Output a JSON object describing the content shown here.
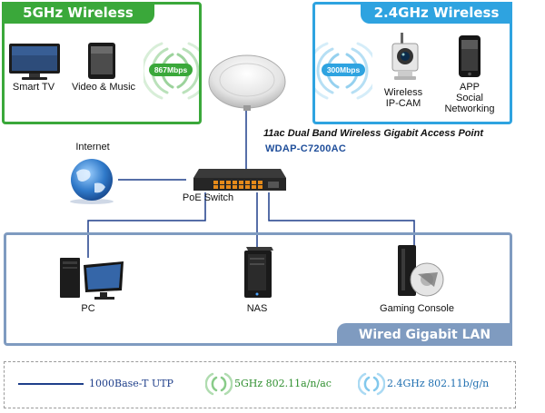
{
  "colors": {
    "five_ghz": "#3aa83a",
    "two_ghz": "#2ea3e0",
    "wired": "#7f9bc0",
    "cable": "#1f3f8a",
    "ap_label": "#1f4e9a"
  },
  "wireless_5ghz": {
    "title": "5GHz Wireless",
    "speed": "867Mbps",
    "devices": [
      {
        "name": "tv-icon",
        "label": "Smart TV"
      },
      {
        "name": "tablet-icon",
        "label": "Video & Music"
      }
    ]
  },
  "wireless_24ghz": {
    "title": "2.4GHz Wireless",
    "speed": "300Mbps",
    "devices": [
      {
        "name": "ip-camera-icon",
        "label_line1": "Wireless",
        "label_line2": "IP-CAM"
      },
      {
        "name": "smartphone-icon",
        "label_line1": "APP",
        "label_line2": "Social",
        "label_line3": "Networking"
      }
    ]
  },
  "access_point": {
    "description": "11ac Dual Band Wireless Gigabit Access Point",
    "model": "WDAP-C7200AC"
  },
  "internet": {
    "label": "Internet"
  },
  "poe_switch": {
    "label": "PoE Switch"
  },
  "wired_lan": {
    "title": "Wired Gigabit LAN",
    "devices": [
      {
        "name": "pc-icon",
        "label": "PC"
      },
      {
        "name": "nas-icon",
        "label": "NAS"
      },
      {
        "name": "game-console-icon",
        "label": "Gaming Console"
      }
    ]
  },
  "legend": {
    "utp": "1000Base-T UTP",
    "five_ghz": "5GHz 802.11a/n/ac",
    "two_ghz": "2.4GHz 802.11b/g/n"
  }
}
